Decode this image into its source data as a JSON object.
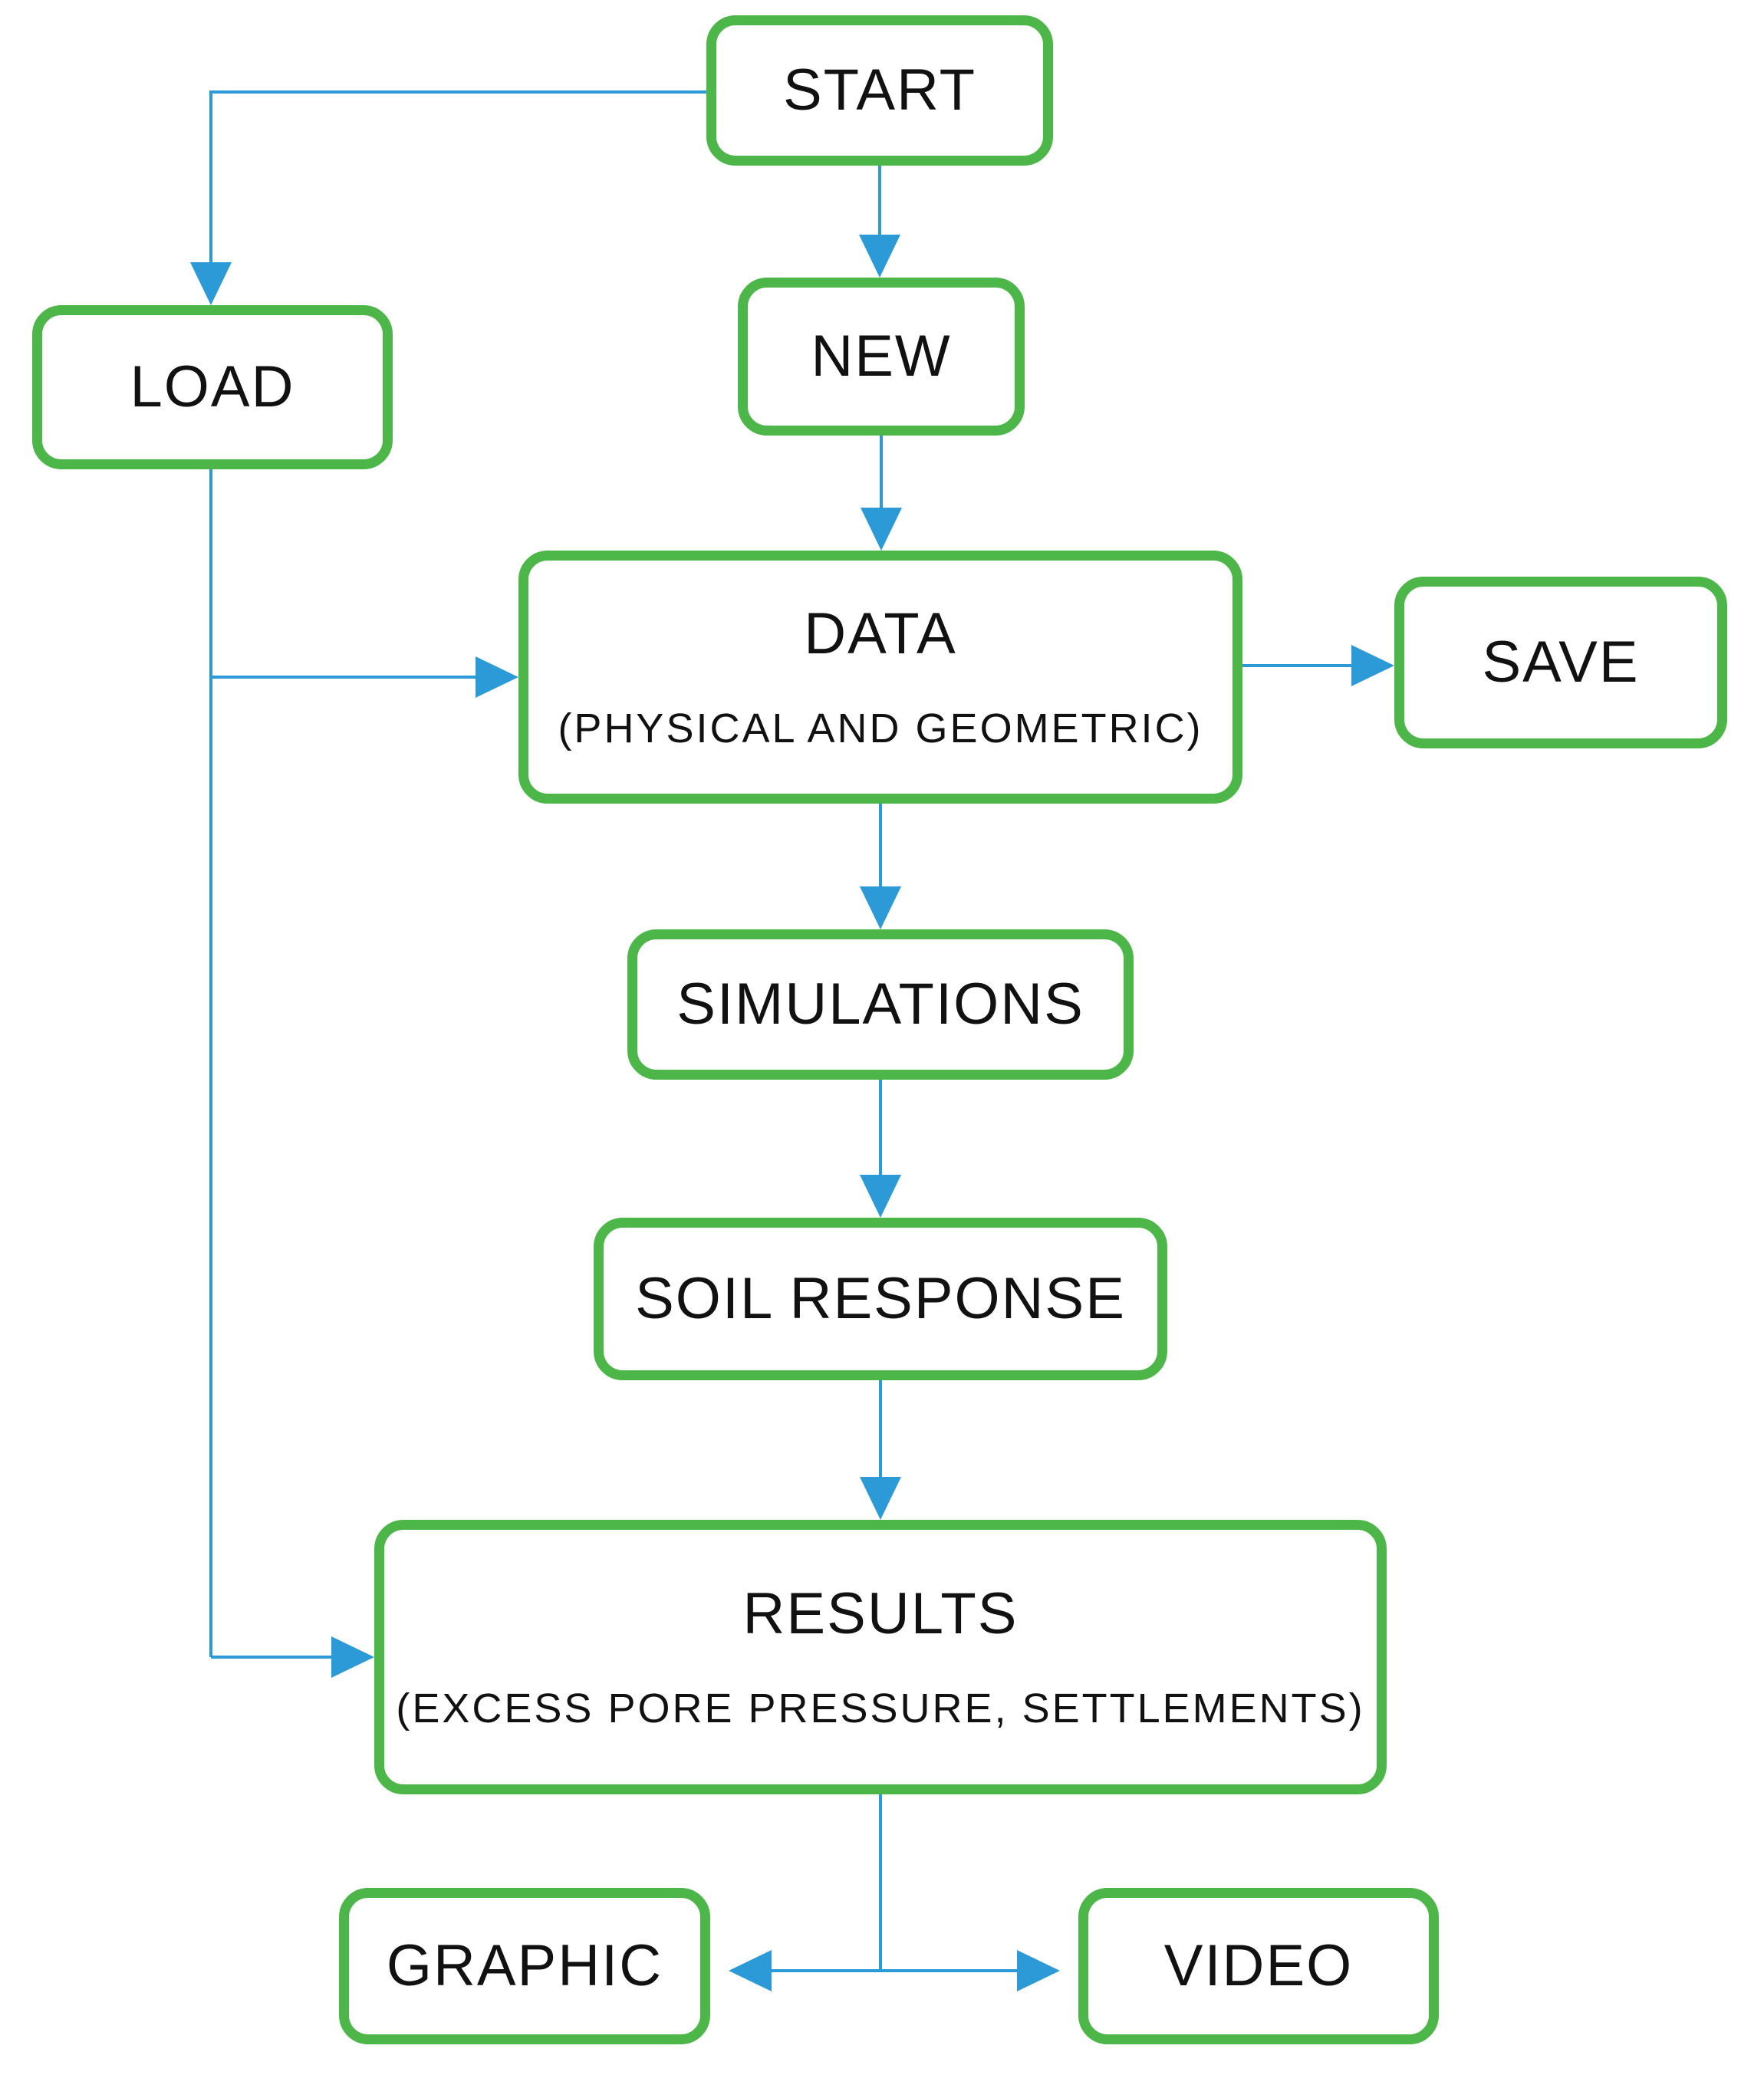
{
  "diagram": {
    "background_color": "#ffffff",
    "node_border_color": "#4cb748",
    "connector_color": "#2b9ad7",
    "label_color": "#111111",
    "nodes": {
      "start": {
        "label": "START"
      },
      "new": {
        "label": "NEW"
      },
      "load": {
        "label": "LOAD"
      },
      "data": {
        "label": "DATA",
        "sublabel": "(PHYSICAL AND GEOMETRIC)"
      },
      "save": {
        "label": "SAVE"
      },
      "simulations": {
        "label": "SIMULATIONS"
      },
      "soil_response": {
        "label": "SOIL RESPONSE"
      },
      "results": {
        "label": "RESULTS",
        "sublabel": "(EXCESS PORE PRESSURE, SETTLEMENTS)"
      },
      "graphic": {
        "label": "GRAPHIC"
      },
      "video": {
        "label": "VIDEO"
      }
    },
    "edges": [
      {
        "from": "start",
        "to": "new"
      },
      {
        "from": "start",
        "to": "load"
      },
      {
        "from": "new",
        "to": "data"
      },
      {
        "from": "load",
        "to": "data"
      },
      {
        "from": "data",
        "to": "save"
      },
      {
        "from": "data",
        "to": "simulations"
      },
      {
        "from": "simulations",
        "to": "soil_response"
      },
      {
        "from": "soil_response",
        "to": "results"
      },
      {
        "from": "load",
        "to": "results"
      },
      {
        "from": "results",
        "to": "graphic"
      },
      {
        "from": "results",
        "to": "video"
      }
    ]
  }
}
